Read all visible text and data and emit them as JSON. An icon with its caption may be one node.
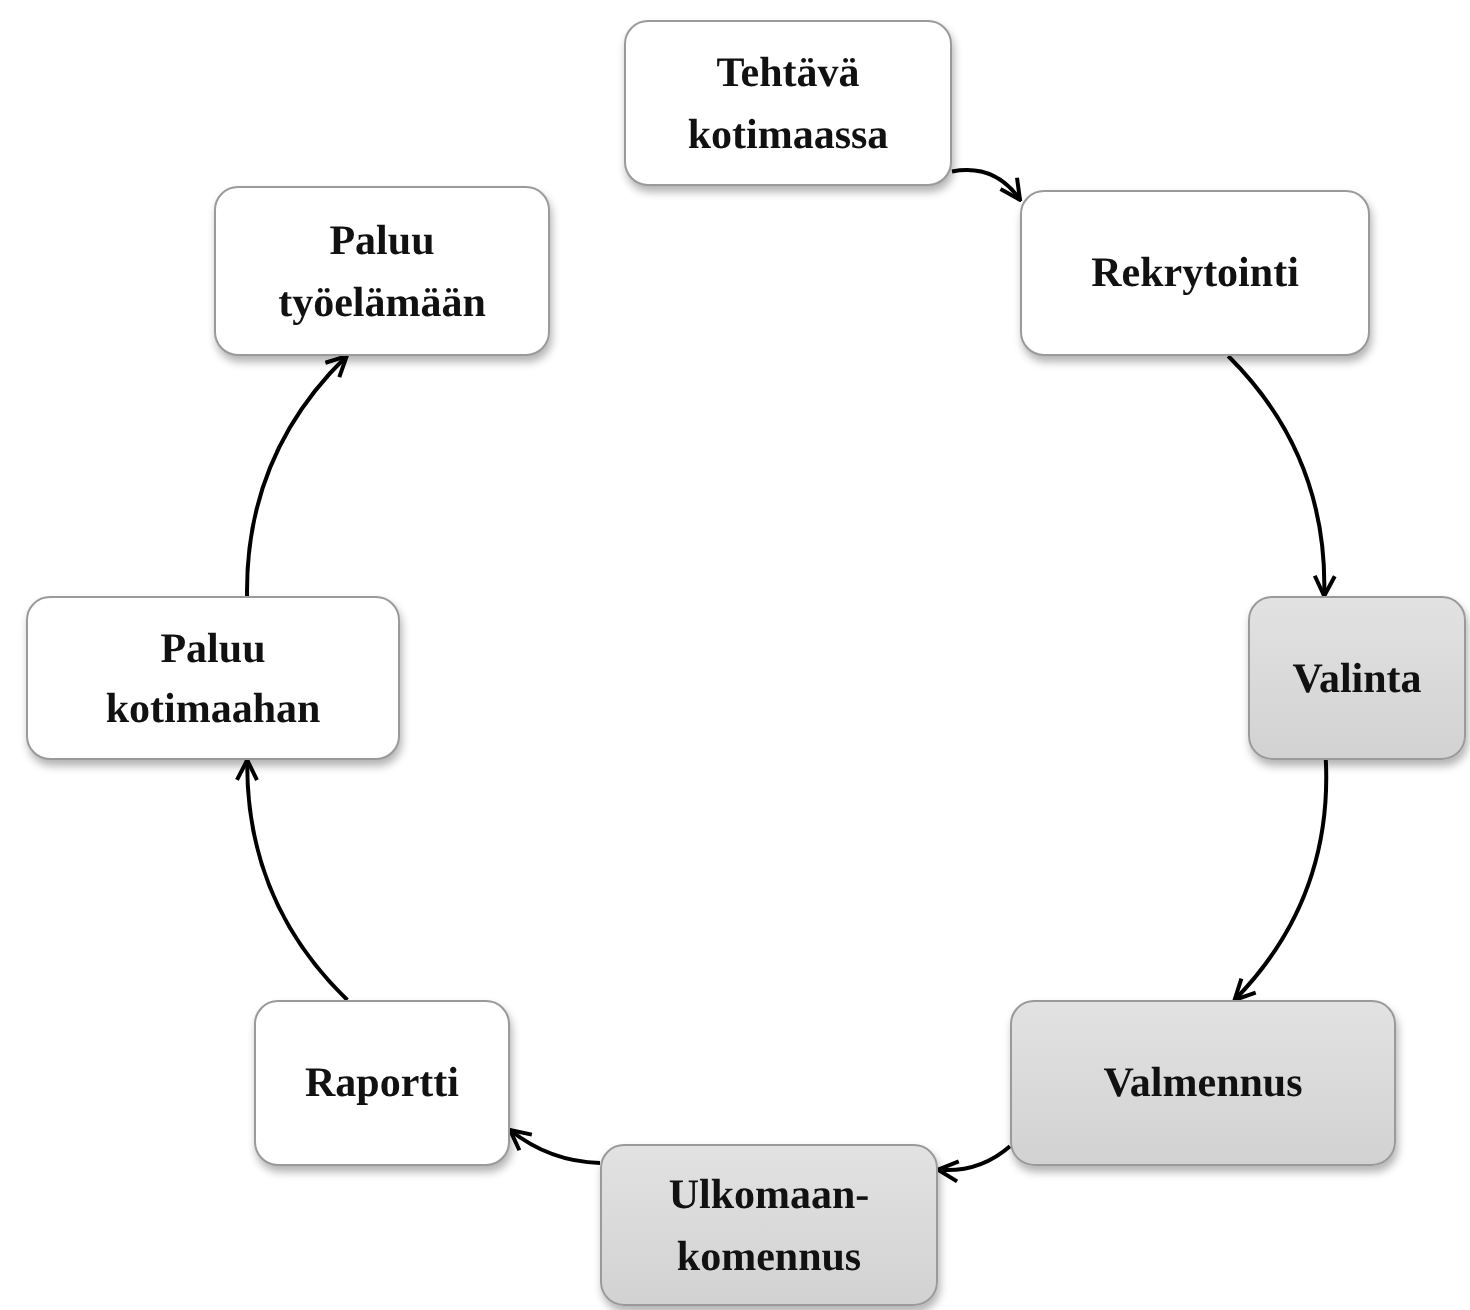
{
  "diagram": {
    "nodes": [
      {
        "text": [
          "Tehtävä kotimaassa"
        ]
      },
      {
        "text": [
          "Rekrytointi"
        ]
      },
      {
        "text": [
          "Valinta"
        ]
      },
      {
        "text": [
          "Valmennus"
        ]
      },
      {
        "text": [
          "Ulkomaan-komennus"
        ]
      },
      {
        "text": [
          "Raportti"
        ]
      },
      {
        "text": [
          "Paluu kotimaahan"
        ]
      },
      {
        "text": [
          "Paluu työelämään"
        ]
      }
    ],
    "edges": [
      {
        "from": 0,
        "to": 1,
        "arrow": "to"
      },
      {
        "from": 1,
        "to": 2,
        "arrow": "to"
      },
      {
        "from": 2,
        "to": 3,
        "arrow": "to"
      },
      {
        "from": 3,
        "to": 4,
        "arrow": "to"
      },
      {
        "from": 4,
        "to": 5,
        "arrow": "to"
      },
      {
        "from": 5,
        "to": 6,
        "arrow": "to"
      },
      {
        "from": 6,
        "to": 7,
        "arrow": "to"
      }
    ]
  }
}
